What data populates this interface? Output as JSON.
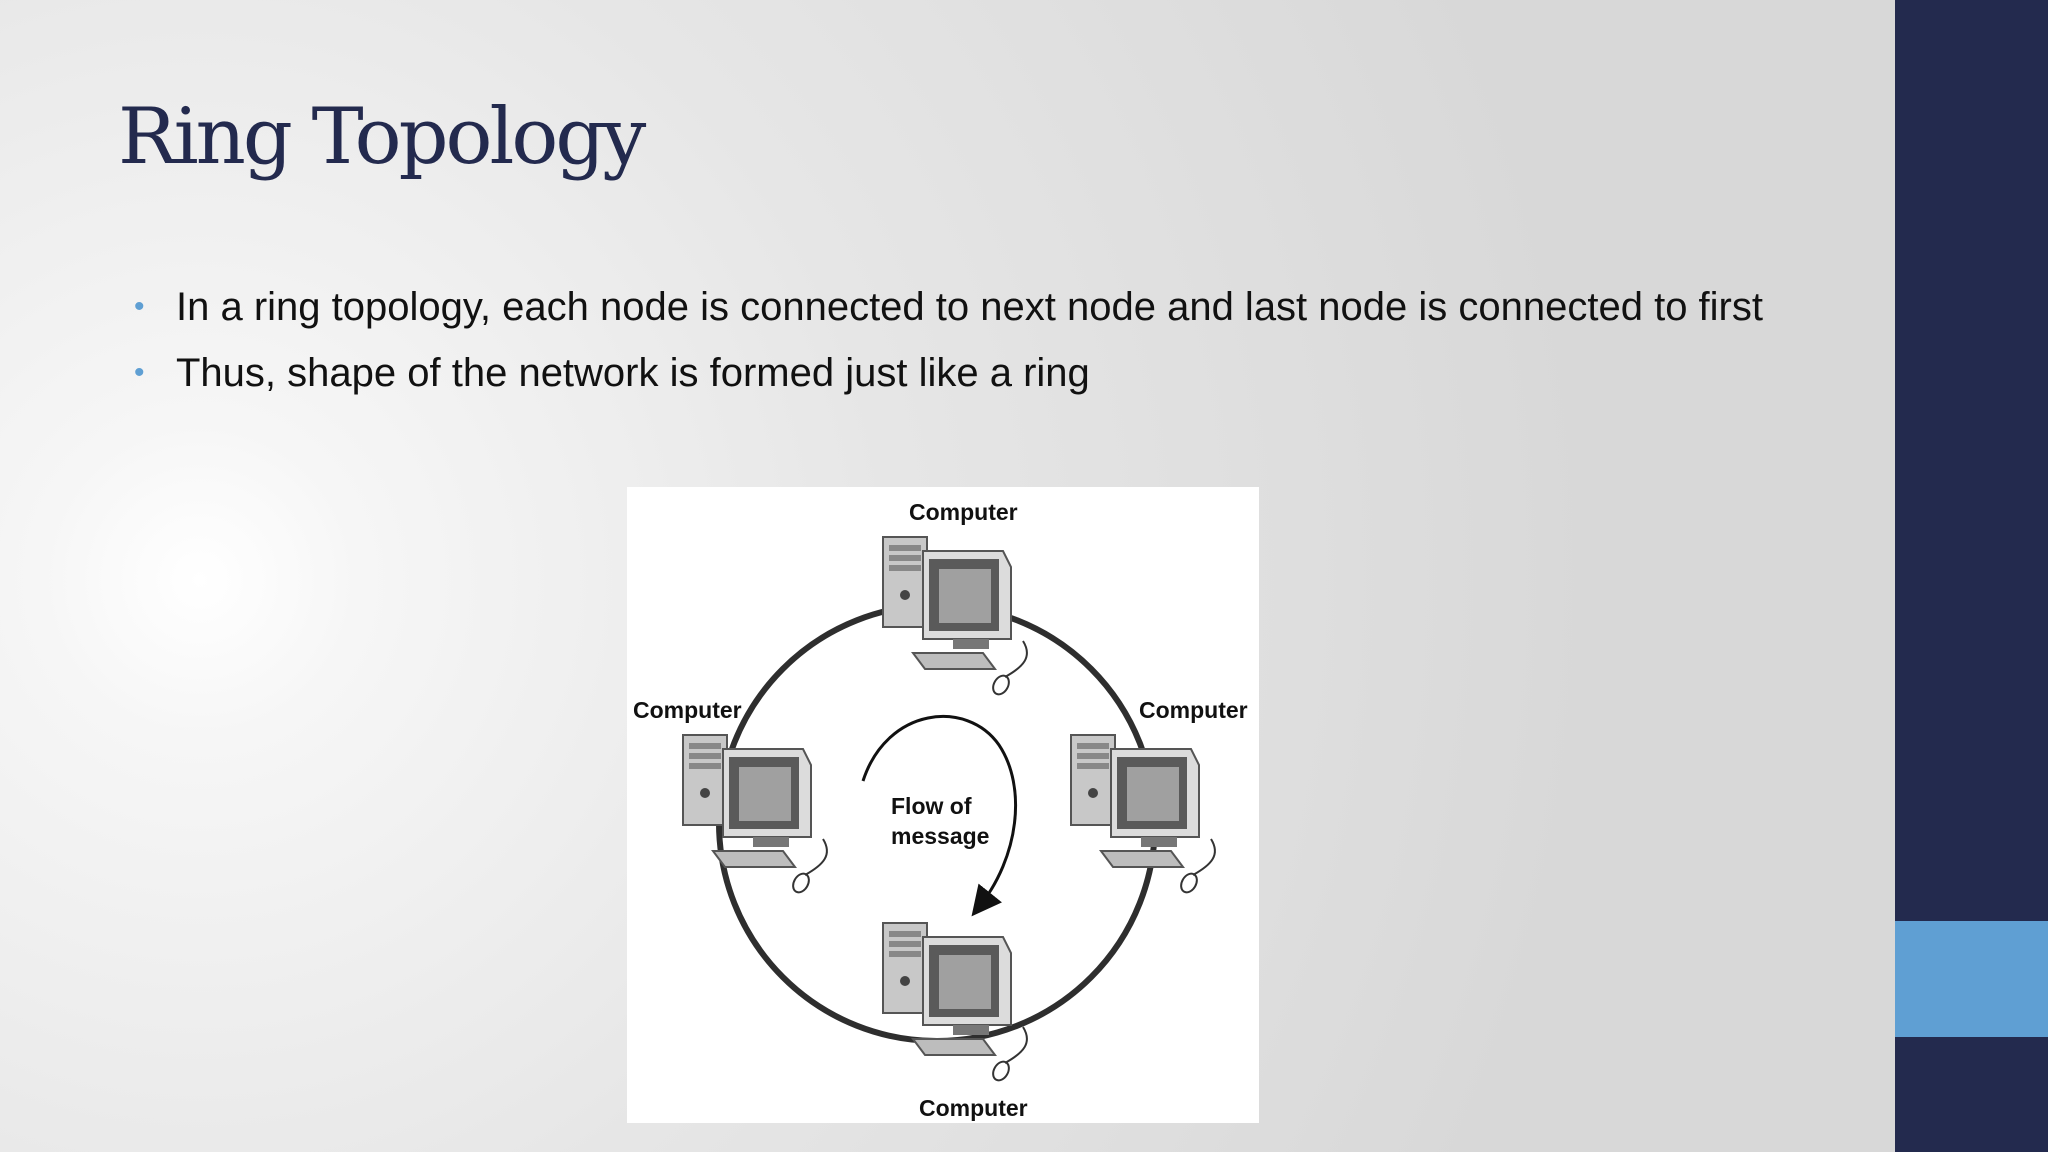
{
  "slide": {
    "title": "Ring Topology",
    "bullets": [
      "In a ring topology, each node is connected to next node and last node is connected to first",
      "Thus, shape of the network is formed just like a ring"
    ]
  },
  "diagram": {
    "labels": {
      "top": "Computer",
      "left": "Computer",
      "right": "Computer",
      "bottom": "Computer"
    },
    "flow_line1": "Flow of",
    "flow_line2": "message"
  },
  "colors": {
    "title": "#232a4e",
    "sidebar": "#232a4e",
    "accent": "#5f9fd3"
  },
  "icons": [
    "bullet-dot",
    "computer-icon",
    "ring-connection",
    "flow-arrow-icon"
  ]
}
